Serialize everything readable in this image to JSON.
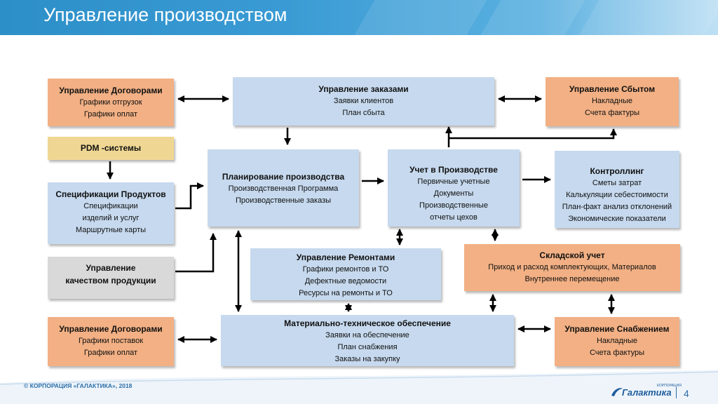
{
  "header": {
    "title": "Управление производством"
  },
  "boxes": {
    "contracts_top": {
      "title": "Управление Договорами",
      "lines": [
        "Графики отгрузок",
        "Графики оплат"
      ]
    },
    "pdm": {
      "title": "PDM -системы"
    },
    "specs": {
      "title": "Спецификации Продуктов",
      "lines": [
        "Спецификации",
        "изделий и услуг",
        "Маршрутные карты"
      ]
    },
    "quality": {
      "lines": [
        "Управление",
        "качеством продукции"
      ]
    },
    "contracts_bottom": {
      "title": "Управление Договорами",
      "lines": [
        "Графики поставок",
        "Графики оплат"
      ]
    },
    "orders": {
      "title": "Управление заказами",
      "lines": [
        "Заявки клиентов",
        "План сбыта"
      ]
    },
    "sales": {
      "title": "Управление Сбытом",
      "lines": [
        "Накладные",
        "Счета фактуры"
      ]
    },
    "planning": {
      "title": "Планирование производства",
      "lines": [
        "Производственная Программа",
        "Производственные заказы"
      ]
    },
    "accounting": {
      "title": "Учет в Производстве",
      "lines": [
        "Первичные учетные",
        "Документы",
        "Производственные",
        "отчеты цехов"
      ]
    },
    "controlling": {
      "title": "Контроллинг",
      "lines": [
        "Сметы затрат",
        "Калькуляции себестоимости",
        "План-факт анализ отклонений",
        "Экономические показатели"
      ]
    },
    "repairs": {
      "title": "Управление Ремонтами",
      "lines": [
        "Графики ремонтов и ТО",
        "Дефектные ведомости",
        "Ресурсы на ремонты и ТО"
      ]
    },
    "warehouse": {
      "title": "Складской учет",
      "lines": [
        "Приход и расход  комплектующих, Материалов",
        "Внутреннее перемещение"
      ]
    },
    "supply": {
      "title": "Материально-техническое  обеспечение",
      "lines": [
        "Заявки на обеспечение",
        "План снабжения",
        "Заказы на закупку"
      ]
    },
    "procurement": {
      "title": "Управление Снабжением",
      "lines": [
        "Накладные",
        "Счета фактуры"
      ]
    }
  },
  "footer": {
    "copyright": "© КОРПОРАЦИЯ «ГАЛАКТИКА», 2018",
    "page_number": "4",
    "logo_text": "Галактика",
    "logo_subtext": "КОРПОРАЦИЯ"
  },
  "colors": {
    "header": "#3a9bd4",
    "blue_box": "#c6d9ee",
    "orange_box": "#f2b084",
    "yellow_box": "#efd793",
    "gray_box": "#d9d9d9",
    "arrow": "#000000"
  }
}
